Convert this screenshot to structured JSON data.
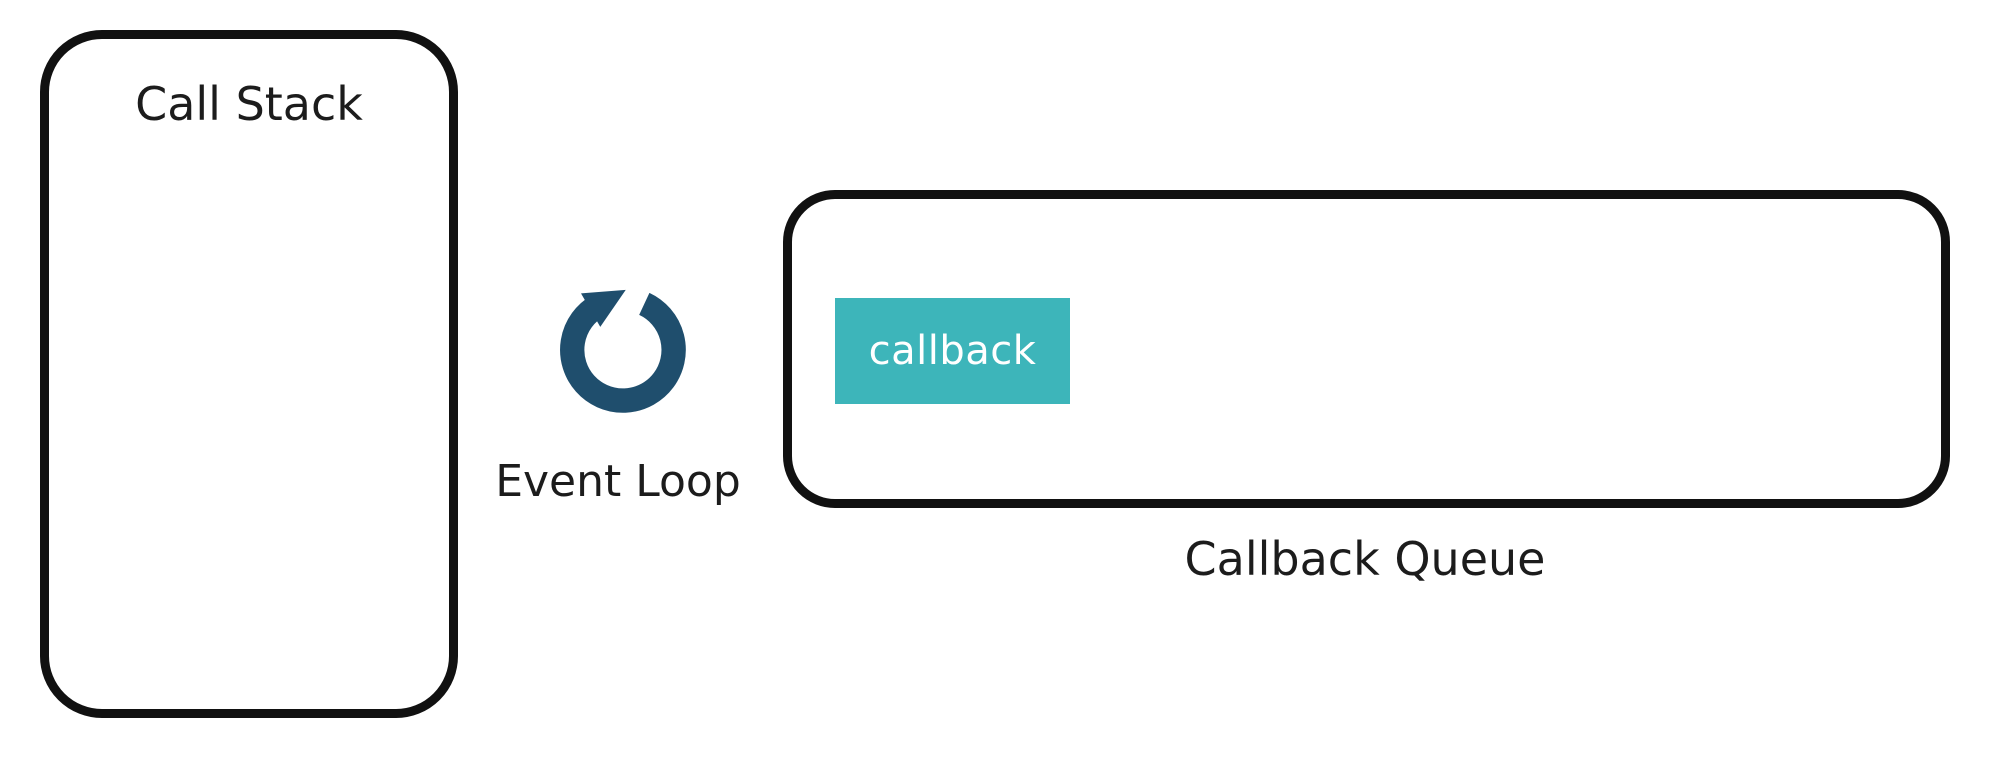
{
  "diagram": {
    "title_context": "JavaScript event loop diagram",
    "call_stack": {
      "title": "Call Stack"
    },
    "event_loop": {
      "label": "Event Loop",
      "icon": "circular-arrow-icon",
      "icon_color": "#1f4e6d"
    },
    "callback_queue": {
      "label": "Callback Queue",
      "items": [
        {
          "label": "callback",
          "background": "#3db5ba",
          "text_color": "#ffffff"
        }
      ]
    },
    "colors": {
      "outline": "#111111",
      "background": "#ffffff",
      "text": "#1c1c1c",
      "accent_blue": "#1f4e6d",
      "accent_teal": "#3db5ba"
    }
  }
}
